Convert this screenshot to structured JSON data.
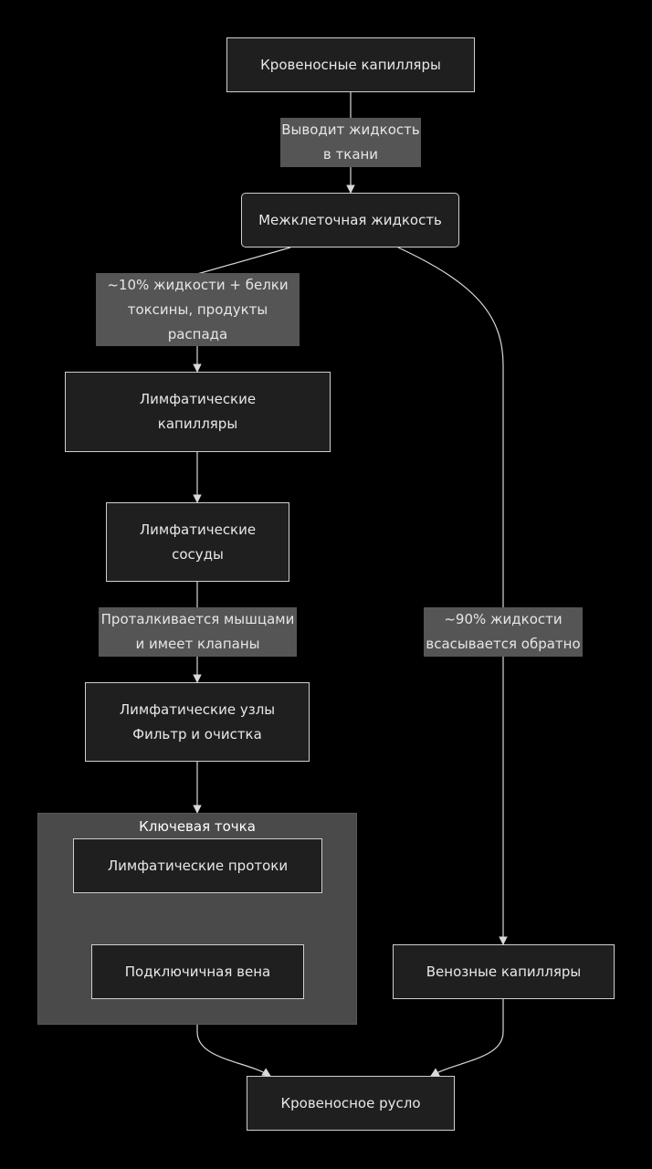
{
  "colors": {
    "background": "#000000",
    "node_fill": "#1f1f1f",
    "node_border": "#cfcfcf",
    "edge_label_fill": "#555555",
    "cluster_fill": "#4a4a4a",
    "text": "#e8e8e8"
  },
  "cluster": {
    "title": "Ключевая точка"
  },
  "nodes": {
    "blood_capillaries": "Кровеносные капилляры",
    "interstitial_fluid": "Межклеточная жидкость",
    "lymph_capillaries": "Лимфатические\nкапилляры",
    "lymph_vessels": "Лимфатические\nсосуды",
    "lymph_nodes": "Лимфатические узлы\nФильтр и очистка",
    "lymph_ducts": "Лимфатические протоки",
    "subclavian_vein": "Подключичная вена",
    "venous_capillaries": "Венозные капилляры",
    "bloodstream": "Кровеносное русло"
  },
  "edge_labels": {
    "outflow": "Выводит жидкость\nв ткани",
    "ten_percent": "~10% жидкости + белки\nтоксины, продукты\nраспада",
    "muscles": "Проталкивается мышцами\nи имеет клапаны",
    "ninety_percent": "~90% жидкости\nвсасывается обратно"
  }
}
